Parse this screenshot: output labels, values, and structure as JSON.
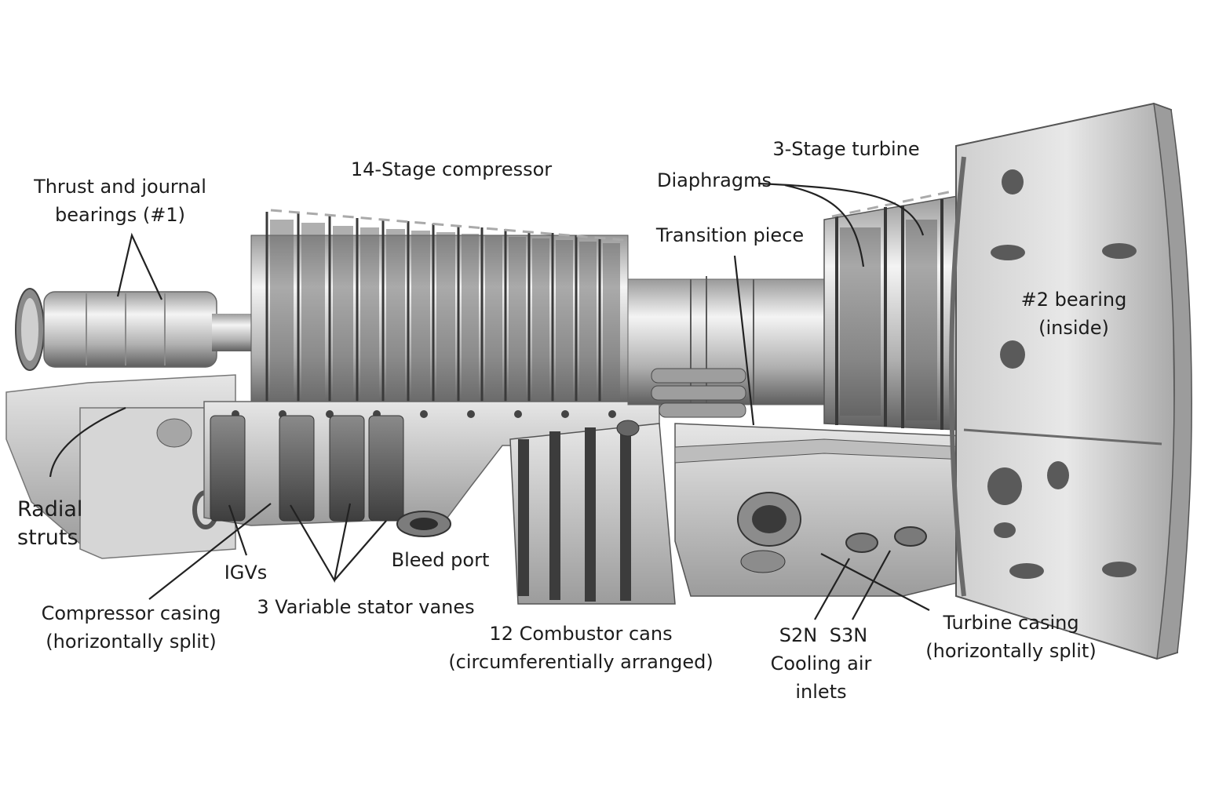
{
  "labels": {
    "thrust_bearings": [
      "Thrust and journal",
      "bearings (#1)"
    ],
    "compressor": "14-Stage compressor",
    "diaphragms": "Diaphragms",
    "three_stage_turbine": "3-Stage turbine",
    "transition_piece": "Transition piece",
    "bearing_2": [
      "#2 bearing",
      "(inside)"
    ],
    "radial_struts": [
      "Radial",
      "struts"
    ],
    "igvs": "IGVs",
    "bleed_port": "Bleed port",
    "compressor_casing": [
      "Compressor casing",
      "(horizontally split)"
    ],
    "variable_stator_vanes": "3 Variable stator vanes",
    "combustor_cans": [
      "12 Combustor cans",
      "(circumferentially arranged)"
    ],
    "s2n": "S2N",
    "s3n": "S3N",
    "cooling_air_inlets": [
      "Cooling air",
      "inlets"
    ],
    "turbine_casing": [
      "Turbine casing",
      "(horizontally split)"
    ]
  },
  "colors": {
    "background": "#ffffff",
    "metal_light": "#e4e4e4",
    "metal_mid": "#b4b4b4",
    "metal_dark": "#6a6a6a",
    "leader_line": "#222222",
    "dashed_line": "#aaaaaa"
  }
}
